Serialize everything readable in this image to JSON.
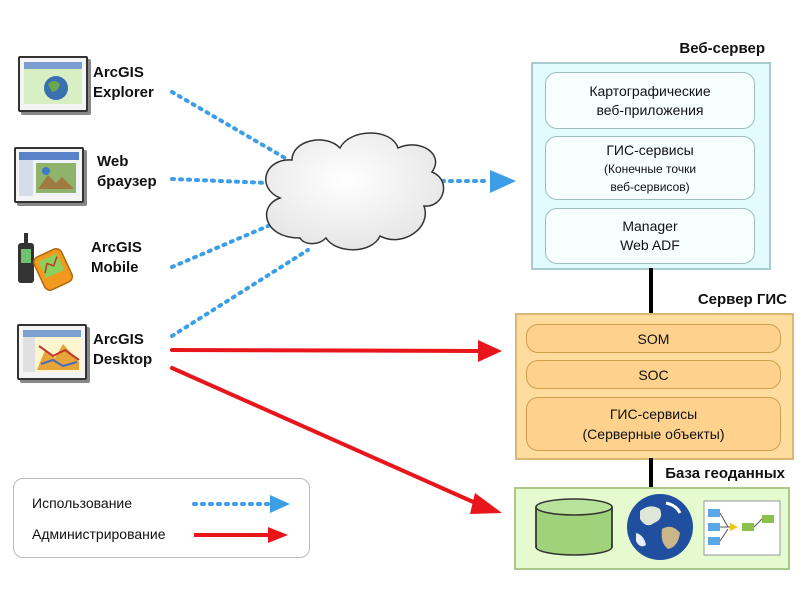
{
  "clients": [
    {
      "label_line1": "ArcGIS",
      "label_line2": "Explorer",
      "icon": "arcgis-explorer-icon"
    },
    {
      "label_line1": "Web",
      "label_line2": "браузер",
      "icon": "web-browser-icon"
    },
    {
      "label_line1": "ArcGIS",
      "label_line2": "Mobile",
      "icon": "arcgis-mobile-icon"
    },
    {
      "label_line1": "ArcGIS",
      "label_line2": "Desktop",
      "icon": "arcgis-desktop-icon"
    }
  ],
  "web_server": {
    "title": "Веб-сервер",
    "items": [
      {
        "line1": "Картографические",
        "line2": "веб-приложения"
      },
      {
        "line1": "ГИС-сервисы",
        "line2": "(Конечные точки",
        "line3": "веб-сервисов)"
      },
      {
        "line1": "Manager",
        "line2": "Web ADF"
      }
    ]
  },
  "gis_server": {
    "title": "Сервер ГИС",
    "items": [
      {
        "line1": "SOM"
      },
      {
        "line1": "SOC"
      },
      {
        "line1": "ГИС-сервисы",
        "line2": "(Серверные объекты)"
      }
    ]
  },
  "geodatabase": {
    "title": "База геоданных",
    "icons": [
      "database-cylinder-icon",
      "earth-globe-icon",
      "workflow-diagram-icon"
    ]
  },
  "legend": {
    "usage_label": "Использование",
    "admin_label": "Администрирование"
  },
  "colors": {
    "usage_line": "#3b9ee6",
    "admin_line": "#e8151b",
    "web_panel": "#e2fbfd",
    "gis_panel": "#fedc9d",
    "db_panel": "#e5fbcf"
  }
}
